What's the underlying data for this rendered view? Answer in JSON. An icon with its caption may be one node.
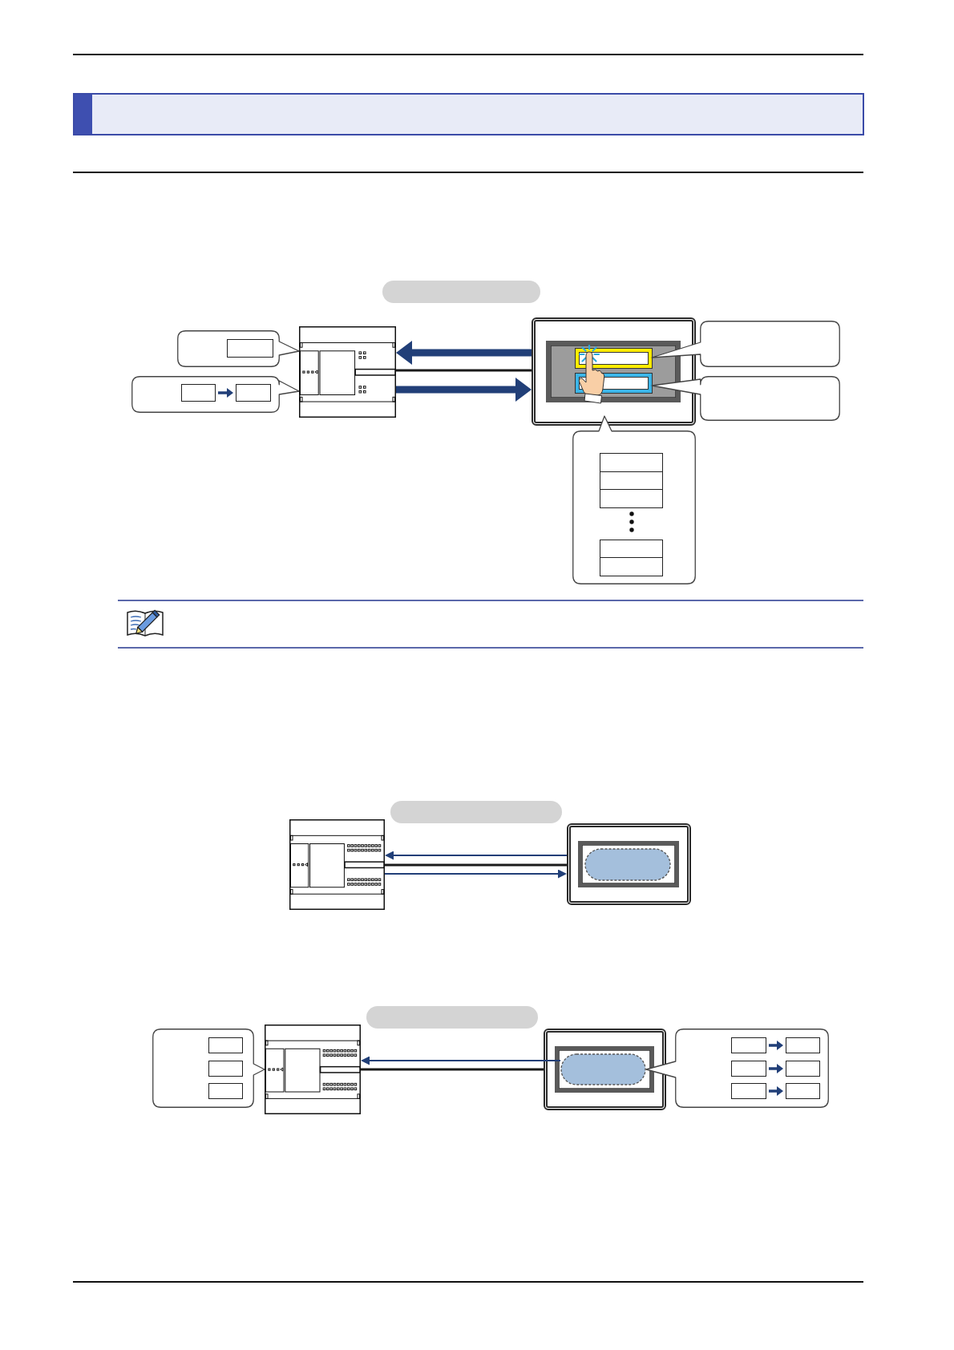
{
  "diagram": {
    "nodes": [
      {
        "text": [],
        "shape": "bar"
      },
      {
        "text": [],
        "shape": "callout"
      },
      {
        "text": [],
        "shape": "box",
        "in": 1
      },
      {
        "text": [],
        "shape": "callout"
      },
      {
        "text": [],
        "shape": "box",
        "in": 3
      },
      {
        "text": [],
        "shape": "box",
        "in": 3
      },
      {
        "text": [],
        "shape": "picture"
      },
      {
        "text": [],
        "shape": "picture"
      },
      {
        "text": [],
        "shape": "box",
        "in": 7
      },
      {
        "text": [],
        "shape": "box",
        "in": 7
      },
      {
        "text": [],
        "shape": "callout"
      },
      {
        "text": [],
        "shape": "callout"
      },
      {
        "text": [],
        "shape": "callout"
      },
      {
        "text": [],
        "shape": "box",
        "in": 12
      },
      {
        "text": [],
        "shape": "box",
        "in": 12
      },
      {
        "text": [],
        "shape": "box",
        "in": 12
      },
      {
        "text": [],
        "shape": "box",
        "in": 12
      },
      {
        "text": [],
        "shape": "box",
        "in": 12
      },
      {
        "text": [],
        "shape": "bar"
      },
      {
        "text": [],
        "shape": "picture"
      },
      {
        "text": [],
        "shape": "picture"
      },
      {
        "text": [],
        "shape": "ellipse",
        "in": 20
      },
      {
        "text": [],
        "shape": "bar"
      },
      {
        "text": [],
        "shape": "callout"
      },
      {
        "text": [],
        "shape": "box",
        "in": 23
      },
      {
        "text": [],
        "shape": "box",
        "in": 23
      },
      {
        "text": [],
        "shape": "box",
        "in": 23
      },
      {
        "text": [],
        "shape": "picture"
      },
      {
        "text": [],
        "shape": "picture"
      },
      {
        "text": [],
        "shape": "ellipse",
        "in": 28
      },
      {
        "text": [],
        "shape": "callout"
      },
      {
        "text": [],
        "shape": "box",
        "in": 30
      },
      {
        "text": [],
        "shape": "box",
        "in": 30
      },
      {
        "text": [],
        "shape": "box",
        "in": 30
      },
      {
        "text": [],
        "shape": "box",
        "in": 30
      },
      {
        "text": [],
        "shape": "box",
        "in": 30
      },
      {
        "text": [],
        "shape": "box",
        "in": 30
      }
    ],
    "edges": [
      {
        "from": 7,
        "to": 6,
        "arrow": "to",
        "style": "thick"
      },
      {
        "from": 6,
        "to": 7,
        "arrow": "to",
        "style": "thick"
      },
      {
        "from": 6,
        "to": 7,
        "arrow": "none",
        "color": "#1a1a1a"
      },
      {
        "from": 4,
        "to": 5,
        "arrow": "to"
      },
      {
        "from": 20,
        "to": 19,
        "arrow": "to"
      },
      {
        "from": 19,
        "to": 20,
        "arrow": "to"
      },
      {
        "from": 19,
        "to": 20,
        "arrow": "none",
        "color": "#1a1a1a"
      },
      {
        "from": 29,
        "to": 27,
        "arrow": "to"
      },
      {
        "from": 27,
        "to": 28,
        "arrow": "none",
        "color": "#1a1a1a"
      },
      {
        "from": 31,
        "to": 32,
        "arrow": "to"
      },
      {
        "from": 33,
        "to": 34,
        "arrow": "to"
      },
      {
        "from": 35,
        "to": 36,
        "arrow": "to"
      }
    ]
  }
}
